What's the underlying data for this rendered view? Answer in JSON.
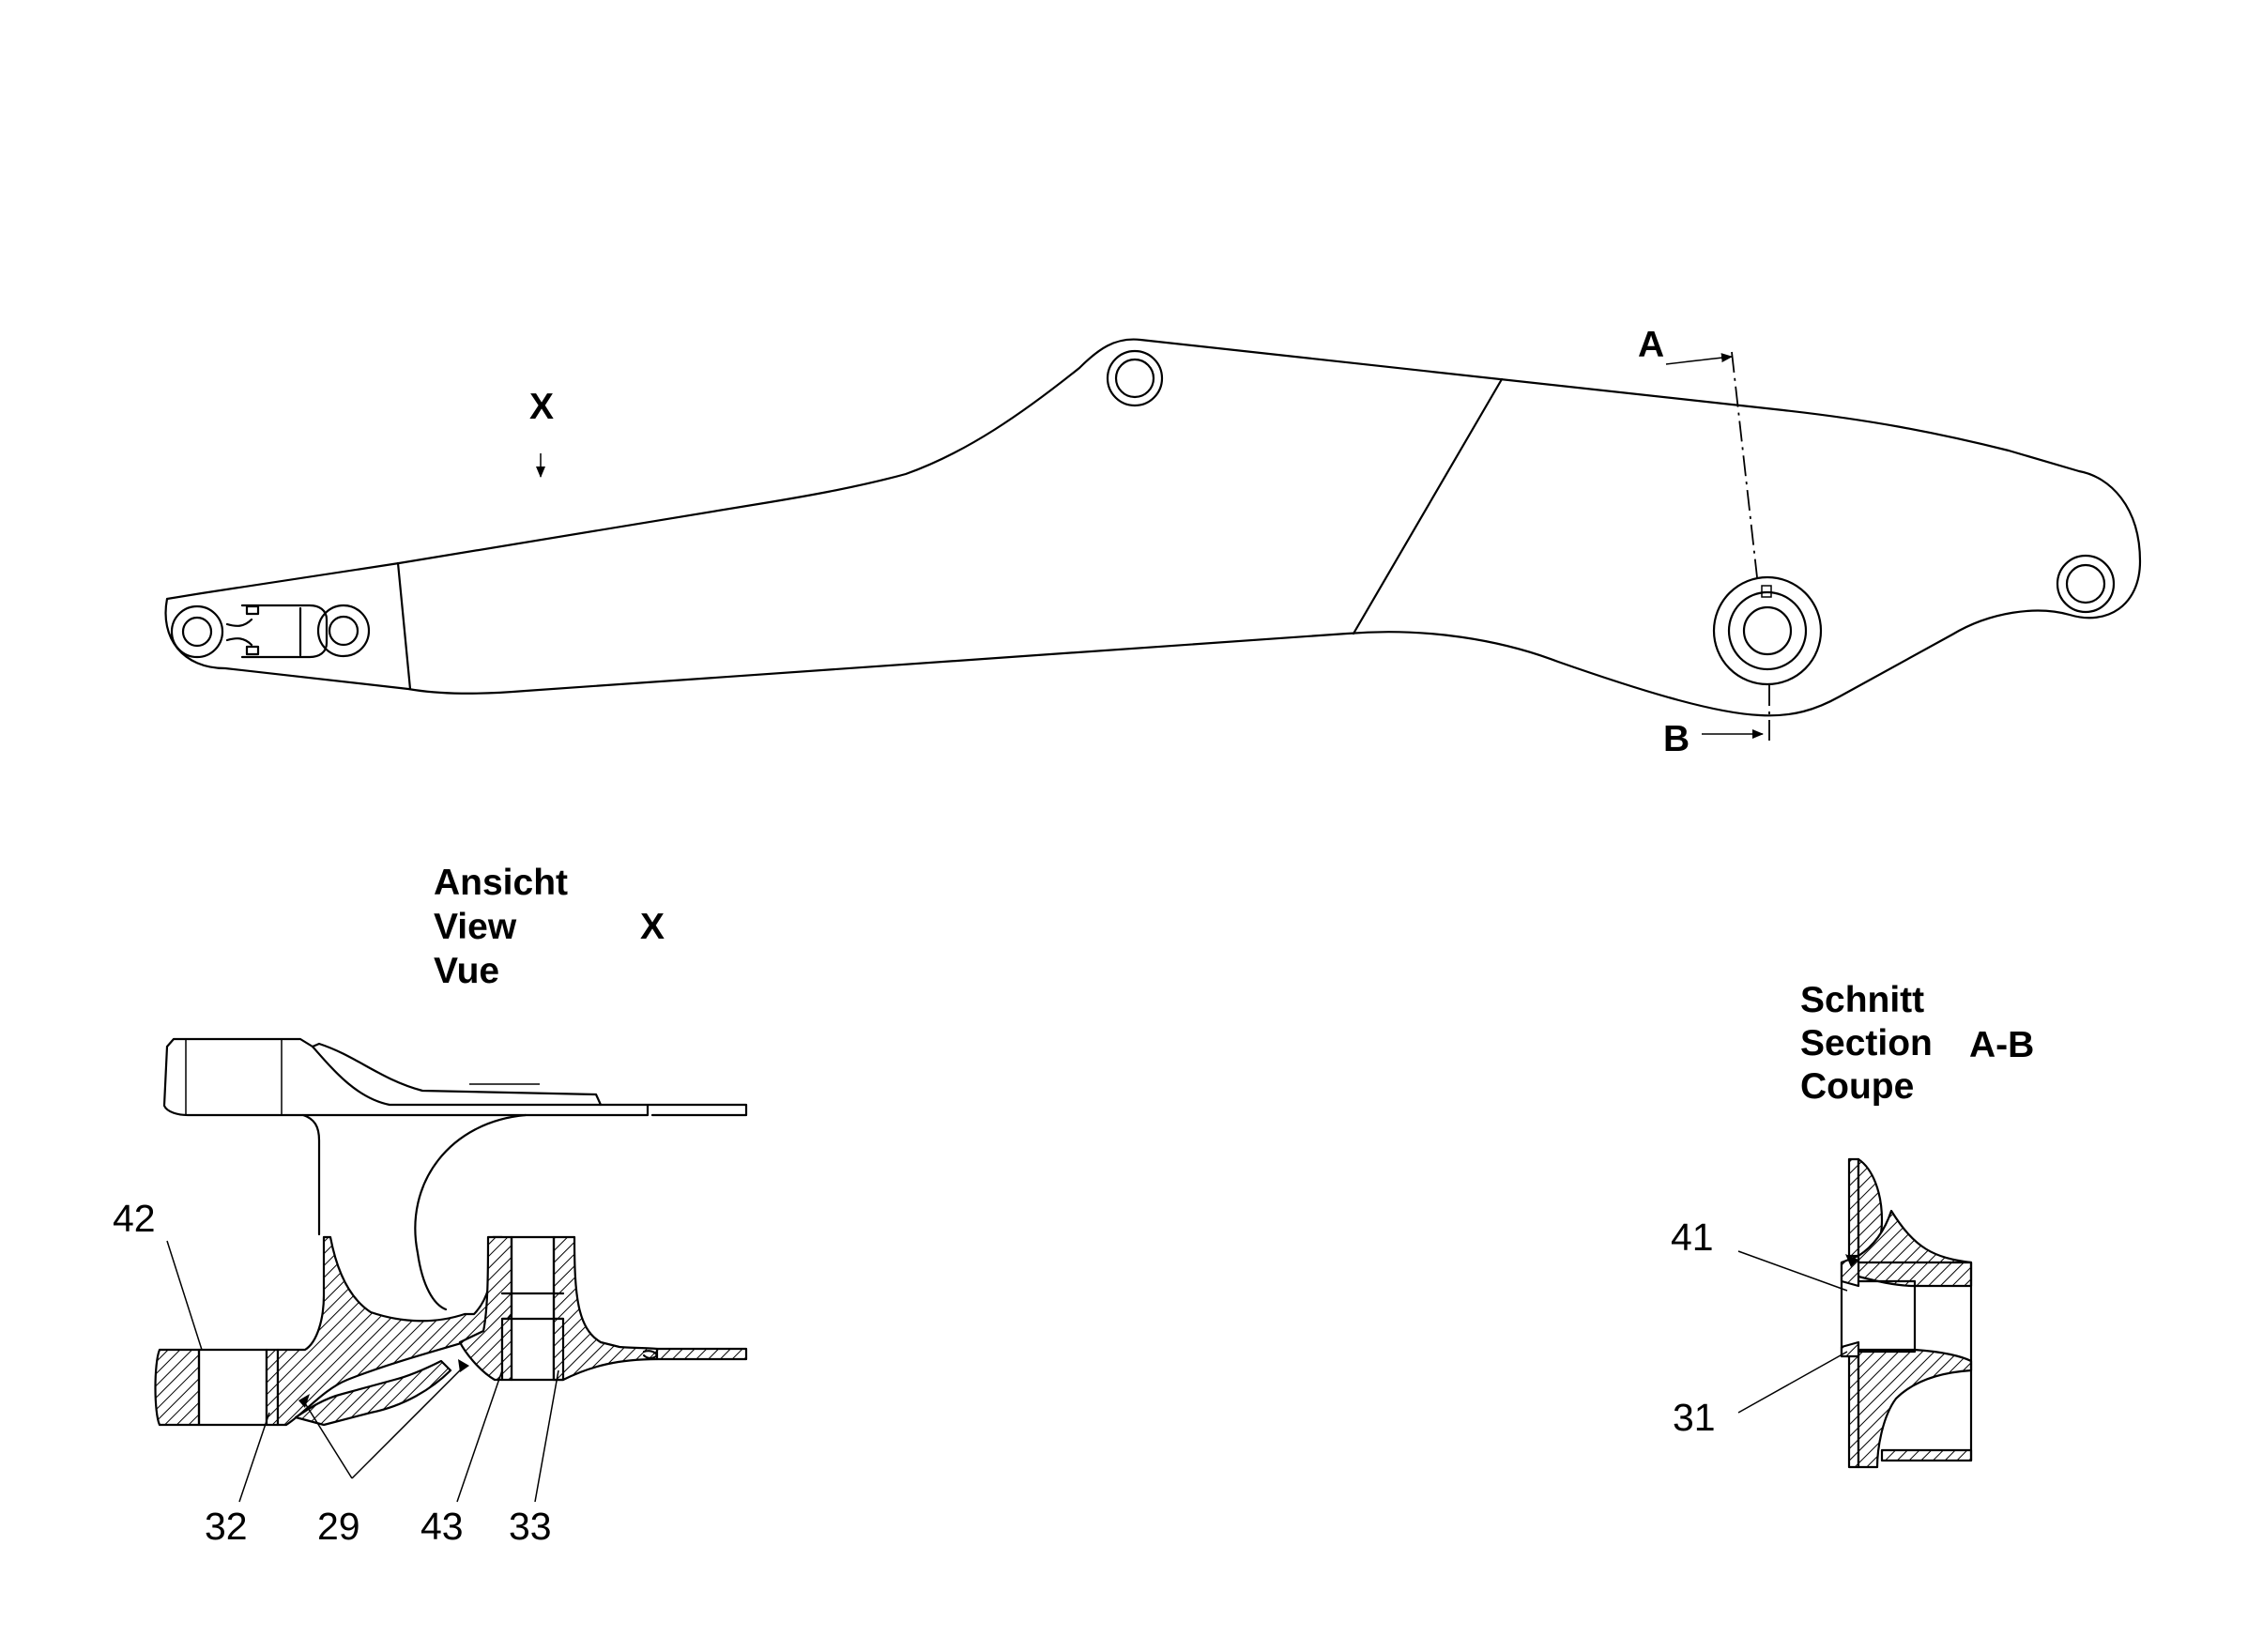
{
  "top_view": {
    "view_marker": "X",
    "section_mark_a": "A",
    "section_mark_b": "B"
  },
  "view_x": {
    "title_de": "Ansicht",
    "title_en": "View",
    "title_fr": "Vue",
    "letter": "X",
    "callouts": [
      "42",
      "32",
      "29",
      "43",
      "33"
    ]
  },
  "section_ab": {
    "title_de": "Schnitt",
    "title_en": "Section",
    "title_fr": "Coupe",
    "letter": "A-B",
    "callouts": [
      "41",
      "31"
    ]
  }
}
